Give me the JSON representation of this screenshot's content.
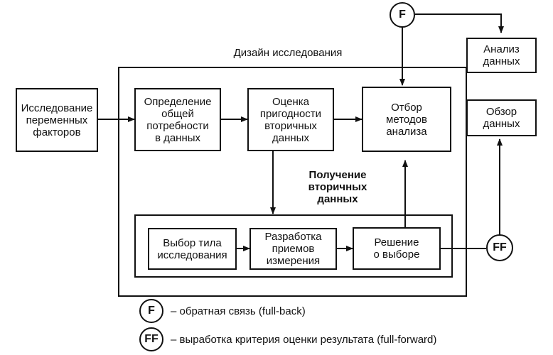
{
  "design_title": "Дизайн исследования",
  "boxes": {
    "research_variables": "Исследование\nпеременных\nфакторов",
    "define_need": "Определение\nобщей\nпотребности\nв данных",
    "assess_secondary": "Оценка\nпригодности\nвторичных\nданных",
    "select_methods": "Отбор\nметодов\nанализа",
    "data_analysis": "Анализ\nданных",
    "data_review": "Обзор\nданных",
    "choose_type": "Выбор тила\nисследования",
    "develop_methods": "Разработка\nприемов\nизмерения",
    "decision": "Решение\nо выборе"
  },
  "secondary_data_label": "Получение\nвторичных\nданных",
  "nodes": {
    "f": "F",
    "ff": "FF"
  },
  "legend": {
    "f_symbol": "F",
    "f_text": "– обратная связь (full-back)",
    "ff_symbol": "FF",
    "ff_text": "– выработка критерия оценки результата (full-forward)"
  }
}
